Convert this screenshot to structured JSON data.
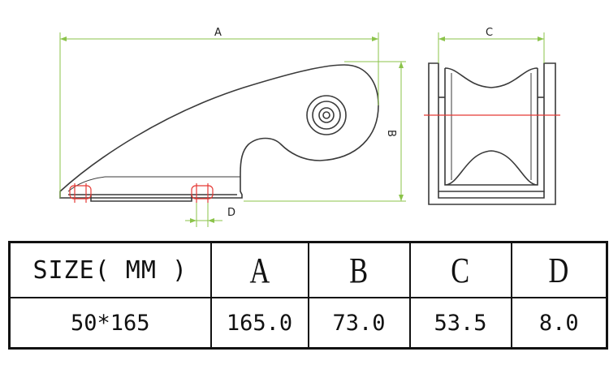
{
  "drawing": {
    "dimension_labels": {
      "a": "A",
      "b": "B",
      "c": "C",
      "d": "D"
    },
    "colors": {
      "outline": "#3a3a3a",
      "dimension": "#8bc34a",
      "center_line": "#e53935",
      "bolt": "#e53935"
    }
  },
  "table": {
    "size_label": "SIZE(",
    "size_unit": " MM )",
    "columns": [
      "A",
      "B",
      "C",
      "D"
    ],
    "model": "50*165",
    "values": [
      "165.0",
      "73.0",
      "53.5",
      "8.0"
    ]
  }
}
